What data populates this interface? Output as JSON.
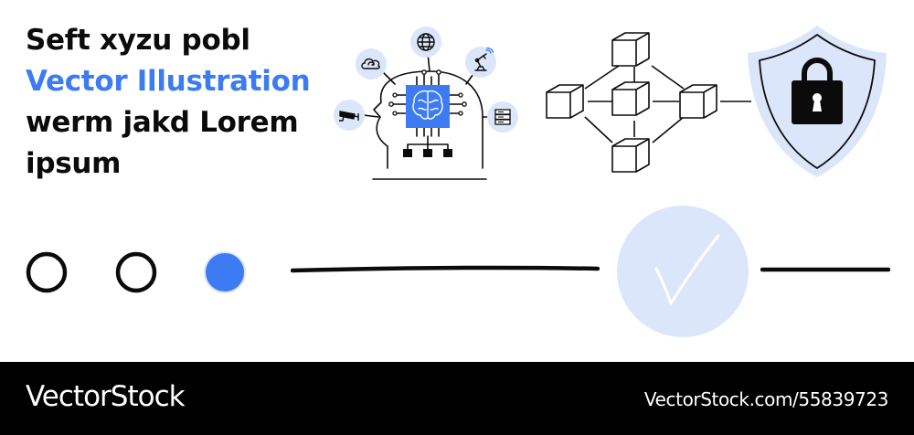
{
  "headline": {
    "line1": "Seft xyzu pobl",
    "line2": "Vector Illustration",
    "line3": "werm jakd Lorem",
    "line4": "ipsum"
  },
  "colors": {
    "accent": "#3d7bf2",
    "accent_light": "#dbe6fb",
    "ink": "#0b0b0b",
    "footer_bg": "#000000",
    "footer_text": "#ffffff"
  },
  "icons": {
    "ai_head": "ai-head-circuit-icon",
    "satellites": [
      "globe-icon",
      "cloud-sync-icon",
      "robot-arm-icon",
      "security-camera-icon",
      "server-icon"
    ],
    "network": "blockchain-network-icon",
    "shield": "shield-lock-icon",
    "check": "checkmark-icon"
  },
  "progress": {
    "steps_total": 3,
    "active_step": 3
  },
  "footer": {
    "brand": "VectorStock",
    "image_ref": "VectorStock.com/55839723"
  }
}
